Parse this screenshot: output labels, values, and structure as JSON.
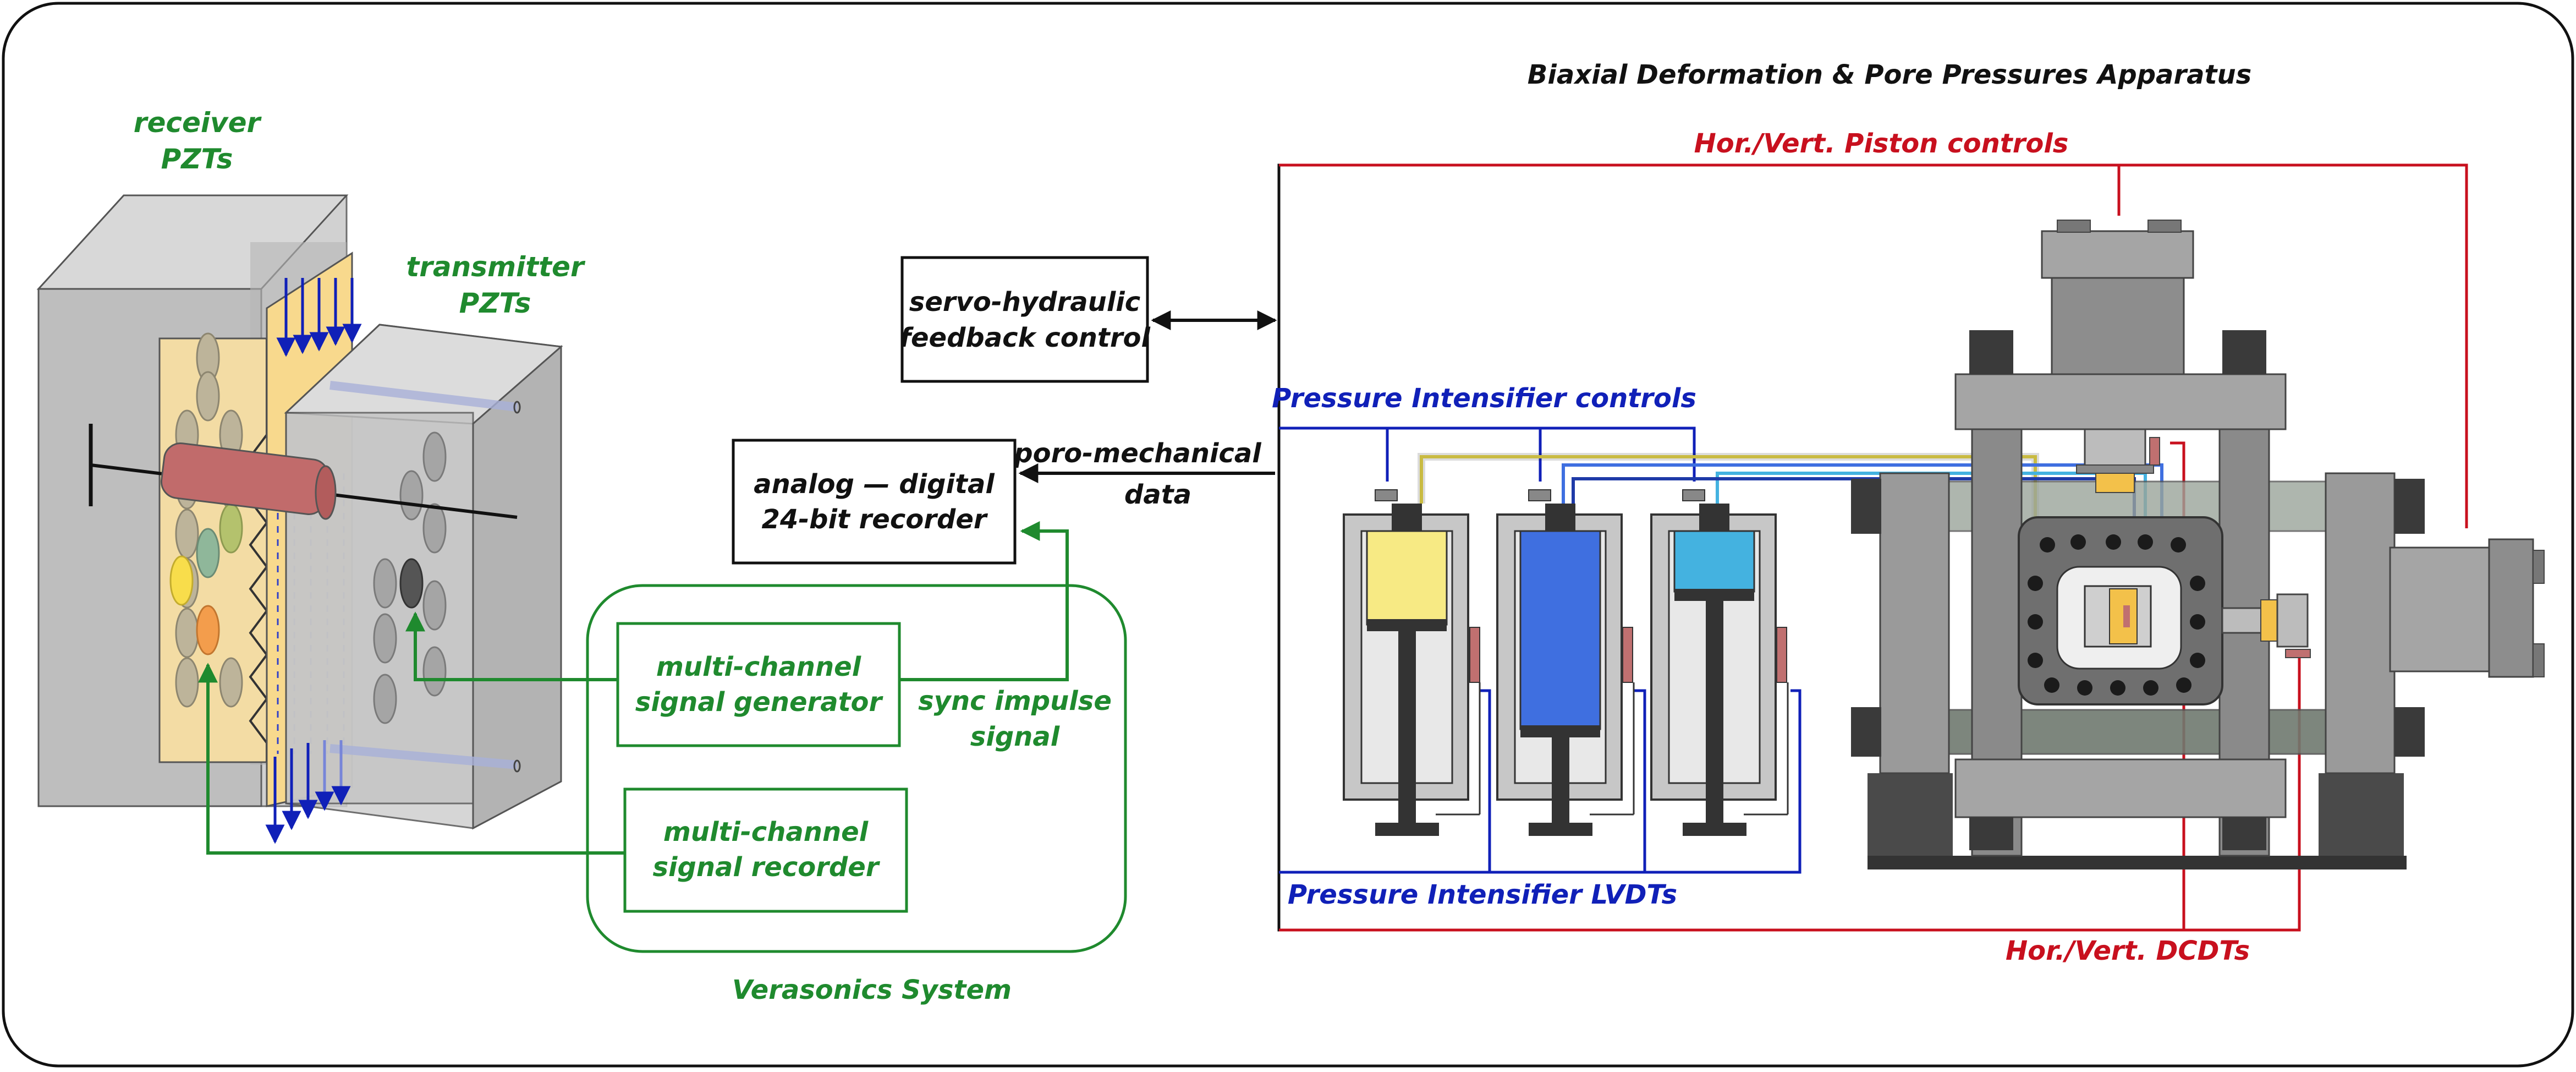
{
  "colors": {
    "green": "#1f8a2e",
    "red": "#c8101e",
    "blue": "#1020b8",
    "black": "#111111",
    "yellow": "#f7ea84",
    "royal_blue": "#3f6fe0",
    "sky_blue": "#44b2e0",
    "steel_grey": "#9a9a9a",
    "sample_gold": "#f3c14a"
  },
  "icons": {
    "sample_block": "pzt-sample-block-icon",
    "intensifier": "pressure-intensifier-icon",
    "biaxial_frame": "biaxial-loading-frame-icon"
  },
  "labels": {
    "title": "Biaxial Deformation & Pore Pressures Apparatus",
    "piston_controls": "Hor./Vert. Piston controls",
    "intensifier_controls": "Pressure Intensifier controls",
    "intensifier_lvdts": "Pressure Intensifier LVDTs",
    "dcdts": "Hor./Vert. DCDTs",
    "receiver_1": "receiver",
    "receiver_2": "PZTs",
    "transmitter_1": "transmitter",
    "transmitter_2": "PZTs",
    "servo_1": "servo-hydraulic",
    "servo_2": "feedback control",
    "recorder_1": "analog — digital",
    "recorder_2": "24-bit recorder",
    "poro_1": "poro-mechanical",
    "poro_2": "data",
    "gen_1": "multi-channel",
    "gen_2": "signal generator",
    "rec_1": "multi-channel",
    "rec_2": "signal recorder",
    "sync_1": "sync impulse",
    "sync_2": "signal",
    "verasonics": "Verasonics  System"
  }
}
